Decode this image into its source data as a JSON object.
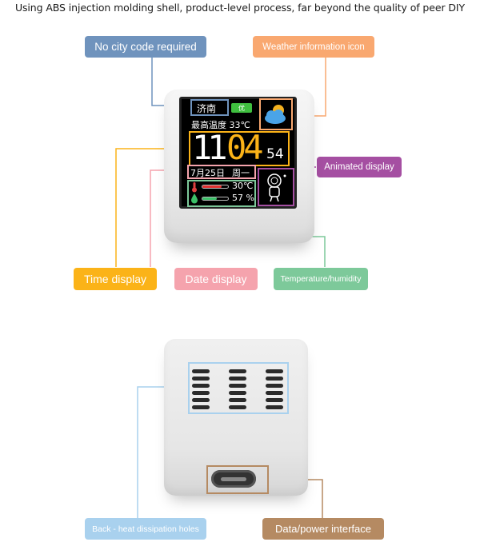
{
  "headline": "Using ABS injection molding shell, product-level process, far beyond the quality of peer DIY",
  "labels": {
    "no_city_code": "No city code required",
    "weather_icon": "Weather information icon",
    "animated_display": "Animated display",
    "time_display": "Time display",
    "date_display": "Date display",
    "temp_humidity": "Temperature/humidity",
    "heat_holes": "Back - heat dissipation holes",
    "data_power": "Data/power interface"
  },
  "screen": {
    "city": "济南",
    "air_quality": "优",
    "max_temp": "最高温度 33℃",
    "hour": "11",
    "minute": "04",
    "second": "54",
    "date": "7月25日",
    "weekday": "周一",
    "temperature": "30℃",
    "humidity": "57 %",
    "temperature_level": 0.75,
    "humidity_level": 0.57
  },
  "colors": {
    "blue": "#6f93bd",
    "orange": "#f9a870",
    "purple": "#a54fa2",
    "yellow": "#fbb318",
    "pink": "#f5a3ad",
    "green": "#7dc99a",
    "lightblue": "#a9d1ee",
    "brown": "#b58a62"
  }
}
